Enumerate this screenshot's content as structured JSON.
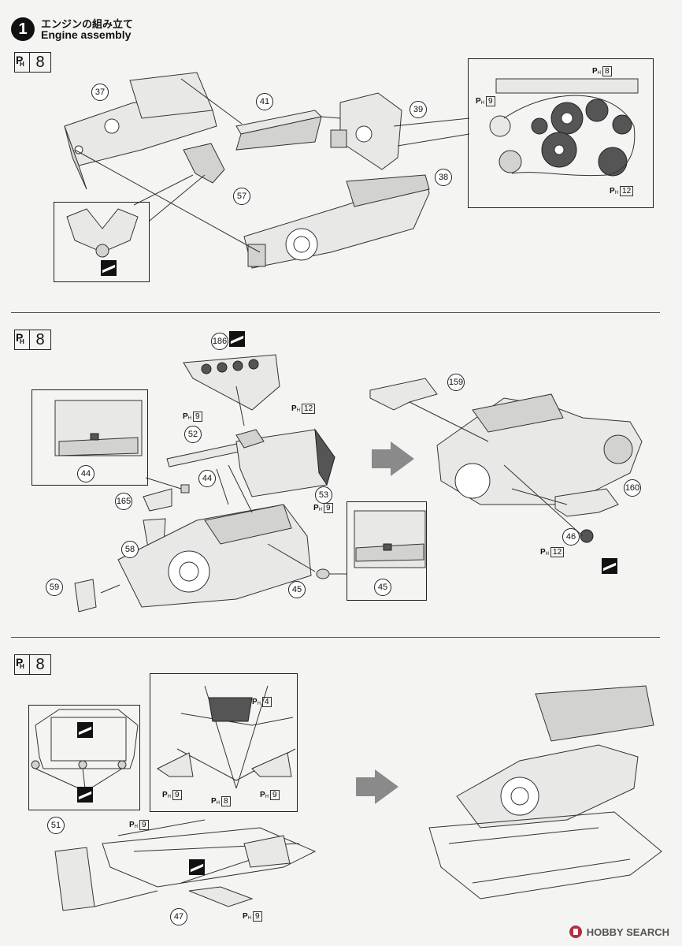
{
  "header": {
    "step": "1",
    "title_jp": "エンジンの組み立て",
    "title_en": "Engine assembly"
  },
  "paint": {
    "P": "P",
    "H": "H"
  },
  "sections": [
    {
      "paint_code": "8",
      "parts": [
        "37",
        "41",
        "39",
        "38",
        "57"
      ],
      "refs": [
        "8",
        "9",
        "12"
      ]
    },
    {
      "paint_code": "8",
      "parts": [
        "186",
        "52",
        "44",
        "44",
        "165",
        "58",
        "59",
        "53",
        "45",
        "45",
        "159",
        "160",
        "46"
      ],
      "refs": [
        "9",
        "12",
        "9",
        "12"
      ]
    },
    {
      "paint_code": "8",
      "parts": [
        "51",
        "47"
      ],
      "refs": [
        "4",
        "9",
        "8",
        "9",
        "9",
        "9"
      ]
    }
  ],
  "watermark": "HOBBY SEARCH"
}
